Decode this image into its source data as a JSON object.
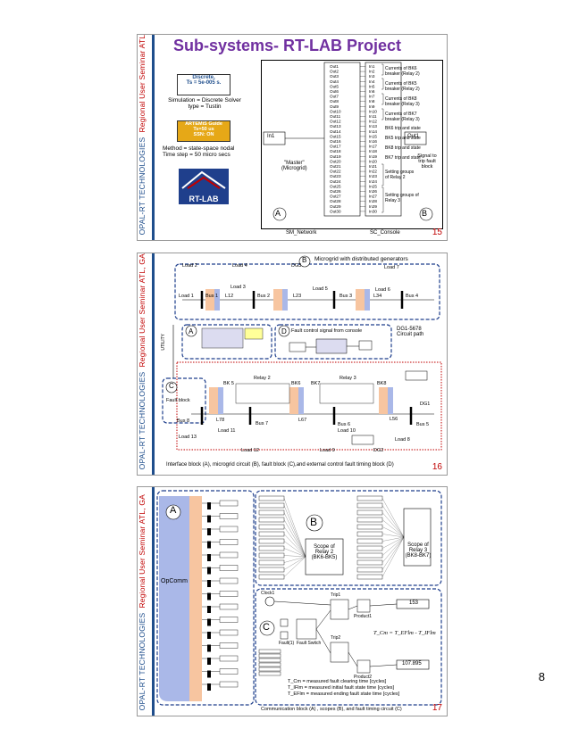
{
  "sidebar": {
    "left": "OPAL-RT TECHNOLOGIES",
    "right": "Regional User Seminar ATL, GA"
  },
  "slide1": {
    "title": "Sub-systems- RT-LAB Project",
    "discrete": "Discrete,\nTs = 5e-005 s.",
    "sim": "Simulation = Discrete Solver\ntype = Tustin",
    "artemis": "ARTEMiS Guide\nTs=50 us\nSSN: ON",
    "method": "Method = state-space nodal\nTime step = 50 micro secs",
    "logo": "RT-LAB",
    "outs": [
      "Out1",
      "Out2",
      "Out3",
      "Out4",
      "Out5",
      "Out6",
      "Out7",
      "Out8",
      "Out9",
      "Out10",
      "Out11",
      "Out12",
      "Out13",
      "Out14",
      "Out15",
      "Out16",
      "Out17",
      "Out18",
      "Out19",
      "Out20",
      "Out21",
      "Out22",
      "Out23",
      "Out24",
      "Out25",
      "Out26",
      "Out27",
      "Out28",
      "Out29",
      "Out30"
    ],
    "ins": [
      "In1",
      "In2",
      "In3",
      "In4",
      "In5",
      "In6",
      "In7",
      "In8",
      "In9",
      "In10",
      "In11",
      "In12",
      "In13",
      "In14",
      "In15",
      "In16",
      "In17",
      "In18",
      "In19",
      "In20",
      "In21",
      "In22",
      "In23",
      "In24",
      "In25",
      "In26",
      "In27",
      "In28",
      "In29",
      "In30"
    ],
    "in1": "In1",
    "out1": "Out1",
    "master": "\"Master\"\n(Microgrid)",
    "labels": [
      "Currents of BK6\nbreaker (Relay 2)",
      "Currents of BK5\nbreaker (Relay 2)",
      "Currents of BK8\nbreaker (Relay 3)",
      "Currents of BK7\nbreaker (Relay 3)",
      "BK6 trip and state",
      "BK5 trip and state",
      "BK8 trip and state",
      "BK7 trip and state",
      "Setting groups\nof Relay 2",
      "Setting groups of\nRelay 3"
    ],
    "signal": "Signal to\ntrip fault\nblock",
    "a": "A",
    "b": "B",
    "sm": "SM_Network",
    "sc": "SC_Console",
    "num": "15"
  },
  "slide2": {
    "b": "B",
    "title": "Microgrid with distributed generators",
    "loads": [
      "Load 2",
      "Load 4",
      "DG3",
      "Load 7",
      "Load 3",
      "Load 5",
      "Load 6",
      "Load 1"
    ],
    "buses": [
      "Bus 1",
      "L12",
      "Bus 2",
      "L23",
      "Bus 3",
      "L34",
      "Bus 4"
    ],
    "utility": "UTILITY",
    "a": "A",
    "d": "D",
    "dtitle": "Fault control signal from console",
    "dg": "DG1-5678\nCircuit path",
    "c": "C",
    "fault": "Fault block",
    "relays": [
      "Relay 2",
      "Relay 3"
    ],
    "bks": [
      "BK 5",
      "BK6",
      "BK7",
      "BK8"
    ],
    "dg1": "DG1",
    "lower": [
      "Bus 8",
      "L78",
      "Bus 7",
      "Load 11",
      "L67",
      "Bus 6",
      "L56",
      "Bus 5",
      "Load 13",
      "Load 12",
      "Load 10",
      "Load 9",
      "Load 8",
      "DG2"
    ],
    "caption": "Interface block (A), microgrid circuit (B), fault block (C),and external control fault timing block (D)",
    "num": "16"
  },
  "slide3": {
    "a": "A",
    "opcomm": "OpComm",
    "b": "B",
    "scope2": "Scope of\nRelay 2\n(BK6-BK5)",
    "scope3": "Scope of\nRelay 3\n(BK8-BK7)",
    "c": "C",
    "clock": "Clock1",
    "trip1": "Trip1",
    "trip2": "Trip2",
    "fault1": "Fault(1)",
    "faultsw": "Fault Switch",
    "product1": "Product1",
    "product2": "Product2",
    "disp1": "153",
    "disp2": "107.895",
    "eq1": "T_Cm = T_EFlm - T_IFlm",
    "legend": [
      "T_Cm = measured fault clearing time [cycles]",
      "T_IFlm = measured initial fault state time [cycles]",
      "T_EFlm = measured ending fault state time [cycles]"
    ],
    "caption": "Communication block (A) , scopes (B), and fault timing circuit (C)",
    "num": "17"
  },
  "page": "8"
}
